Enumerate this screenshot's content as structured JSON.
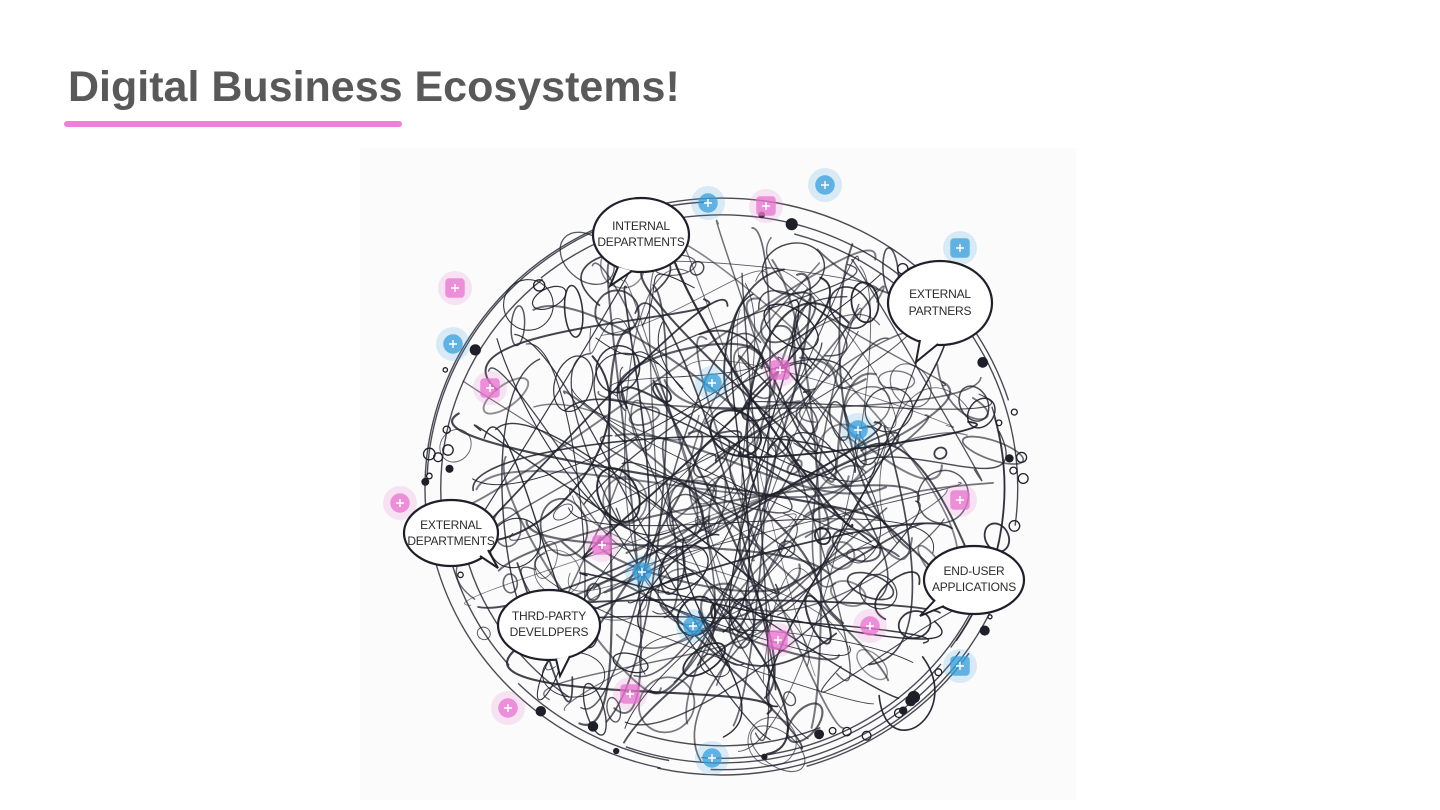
{
  "slide": {
    "title": "Digital Business Ecosystems!"
  },
  "illustration": {
    "labels": {
      "internal_departments": [
        "INTERNAL",
        "DEPARTMENTS"
      ],
      "external_partners": [
        "EXTERNAL",
        "PARTNERS"
      ],
      "external_departments": [
        "EXTERNAL",
        "DEPARTMENTS"
      ],
      "end_user_applications": [
        "END-USER",
        "APPLICATIONS"
      ],
      "third_party_developers": [
        "THRD-PARTY",
        "DEVELDPERS"
      ]
    }
  },
  "colors": {
    "title": "#595959",
    "accent_underline": "#f07fd9",
    "line_ink": "#1f1f2a",
    "icon_blue": "#3aa0dc",
    "icon_pink": "#e874cf"
  }
}
